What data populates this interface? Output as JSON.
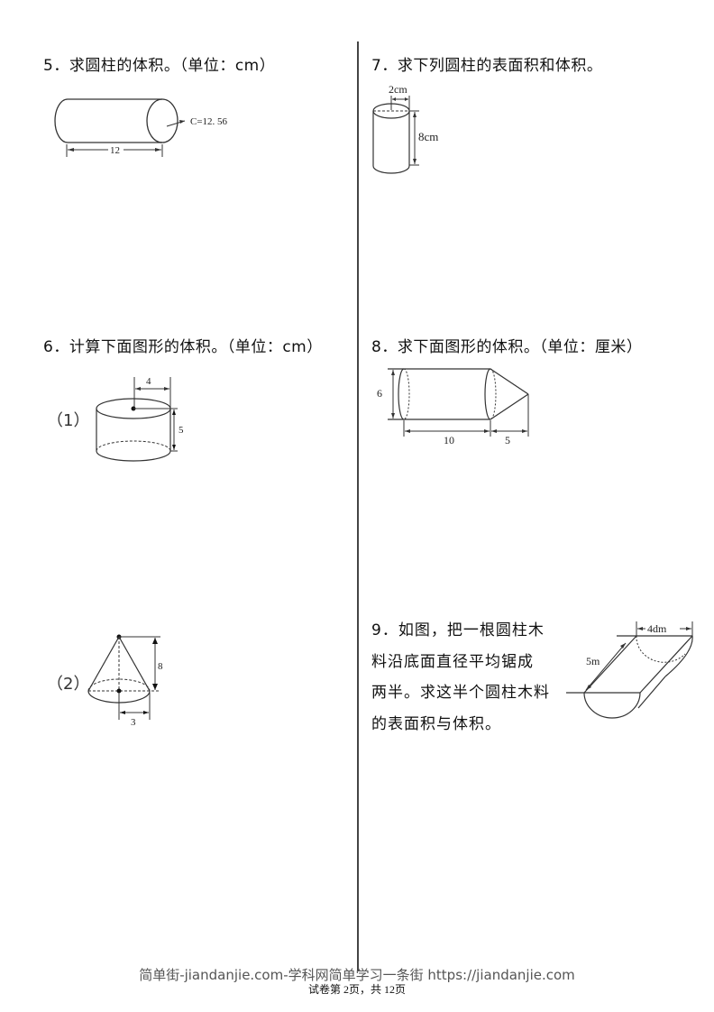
{
  "questions": {
    "q5": {
      "title": "5．求圆柱的体积。（单位：cm）",
      "figure": {
        "length_label": "12",
        "circumference_label": "C=12. 56"
      }
    },
    "q6": {
      "title": "6．计算下面图形的体积。（单位：cm）",
      "part1": {
        "label": "（1）",
        "radius_label": "4",
        "height_label": "5"
      },
      "part2": {
        "label": "（2）",
        "height_label": "8",
        "radius_label": "3"
      }
    },
    "q7": {
      "title": "7．求下列圆柱的表面积和体积。",
      "figure": {
        "radius_label": "2cm",
        "height_label": "8cm"
      }
    },
    "q8": {
      "title": "8．求下面图形的体积。（单位：厘米）",
      "figure": {
        "diameter_label": "6",
        "cylinder_length_label": "10",
        "cone_length_label": "5"
      }
    },
    "q9": {
      "lines": [
        "9．如图，把一根圆柱木",
        "料沿底面直径平均锯成",
        "两半。求这半个圆柱木料",
        "的表面积与体积。"
      ],
      "figure": {
        "diameter_label": "4dm",
        "length_label": "5m"
      }
    }
  },
  "footer": {
    "watermark": "简单街-jiandanjie.com-学科网简单学习一条街 https://jiandanjie.com",
    "page_info": "试卷第 2页，共 12页"
  }
}
